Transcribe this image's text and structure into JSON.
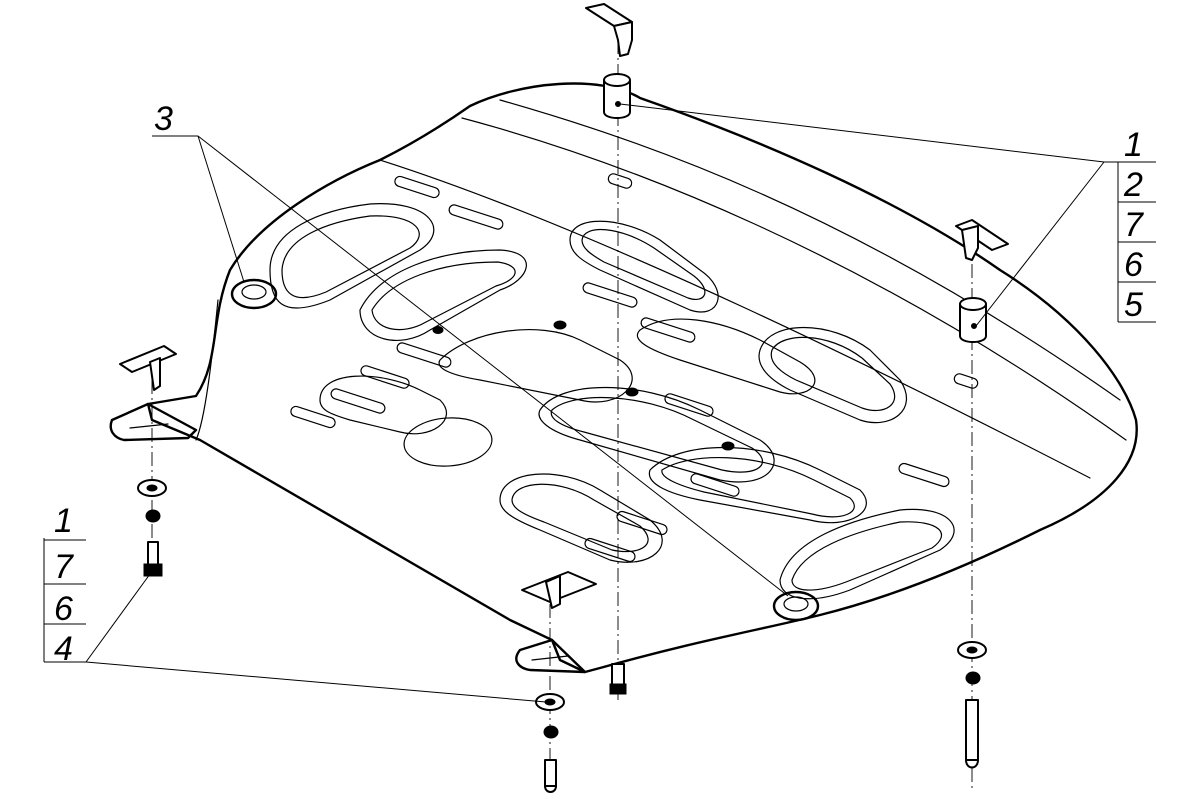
{
  "callouts": {
    "top_left": {
      "label": "3"
    },
    "top_right": {
      "labels": [
        "1",
        "2",
        "7",
        "6",
        "5"
      ]
    },
    "bottom_left": {
      "labels": [
        "1",
        "7",
        "6",
        "4"
      ]
    }
  }
}
